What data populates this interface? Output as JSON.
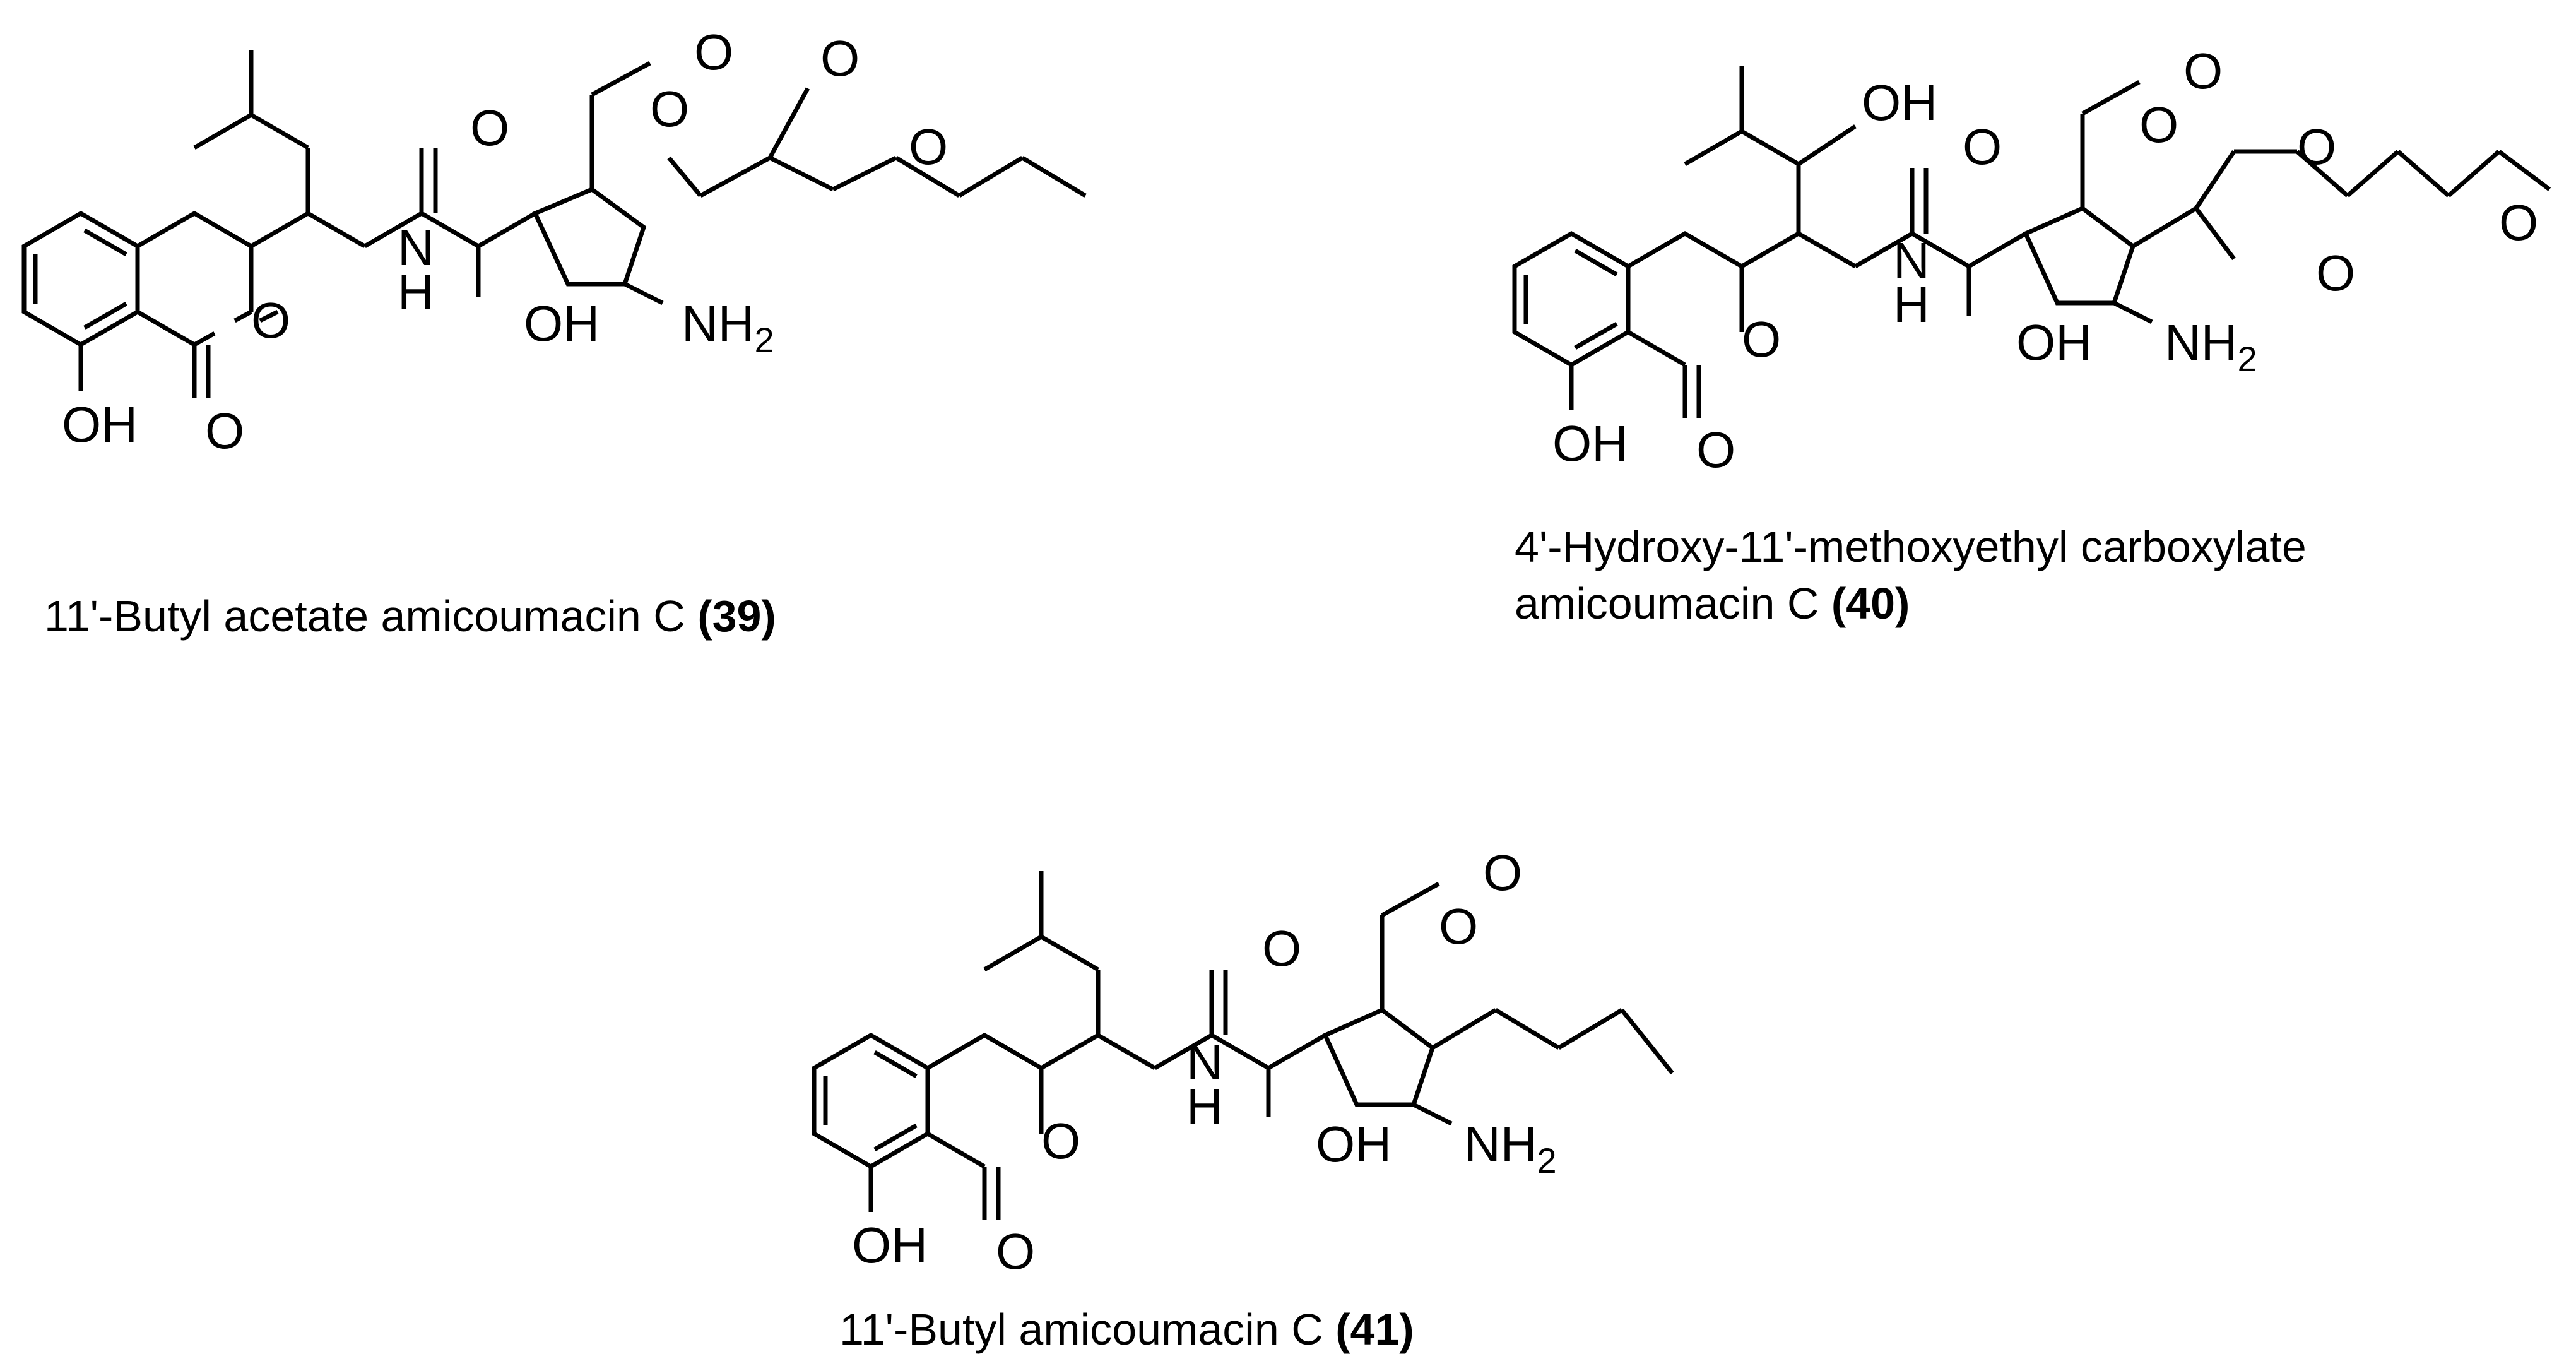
{
  "compounds": [
    {
      "caption_lines": [
        "11'-Butyl acetate amicoumacin C"
      ],
      "number": "(39)",
      "labels": {
        "oh_phenol": "OH",
        "o_lactone_ring": "O",
        "o_lactone_carbonyl": "O",
        "nh_n": "N",
        "nh_h": "H",
        "amide_o": "O",
        "oh_side": "OH",
        "furanone_o_ring": "O",
        "furanone_o_carbonyl": "O",
        "amine": "NH",
        "amine_sub": "2",
        "ester_o_carbonyl": "O",
        "ester_o": "O"
      }
    },
    {
      "caption_lines": [
        "4'-Hydroxy-11'-methoxyethyl carboxylate",
        "amicoumacin C"
      ],
      "number": "(40)",
      "labels": {
        "oh_phenol": "OH",
        "o_lactone_ring": "O",
        "o_lactone_carbonyl": "O",
        "oh_top": "OH",
        "nh_n": "N",
        "nh_h": "H",
        "amide_o": "O",
        "oh_side": "OH",
        "furanone_o_ring": "O",
        "furanone_o_carbonyl": "O",
        "amine": "NH",
        "amine_sub": "2",
        "ester_o": "O",
        "ester_o_carbonyl": "O",
        "ether_o": "O"
      }
    },
    {
      "caption_lines": [
        "11'-Butyl amicoumacin C"
      ],
      "number": "(41)",
      "labels": {
        "oh_phenol": "OH",
        "o_lactone_ring": "O",
        "o_lactone_carbonyl": "O",
        "nh_n": "N",
        "nh_h": "H",
        "amide_o": "O",
        "oh_side": "OH",
        "furanone_o_ring": "O",
        "furanone_o_carbonyl": "O",
        "amine": "NH",
        "amine_sub": "2"
      }
    }
  ]
}
